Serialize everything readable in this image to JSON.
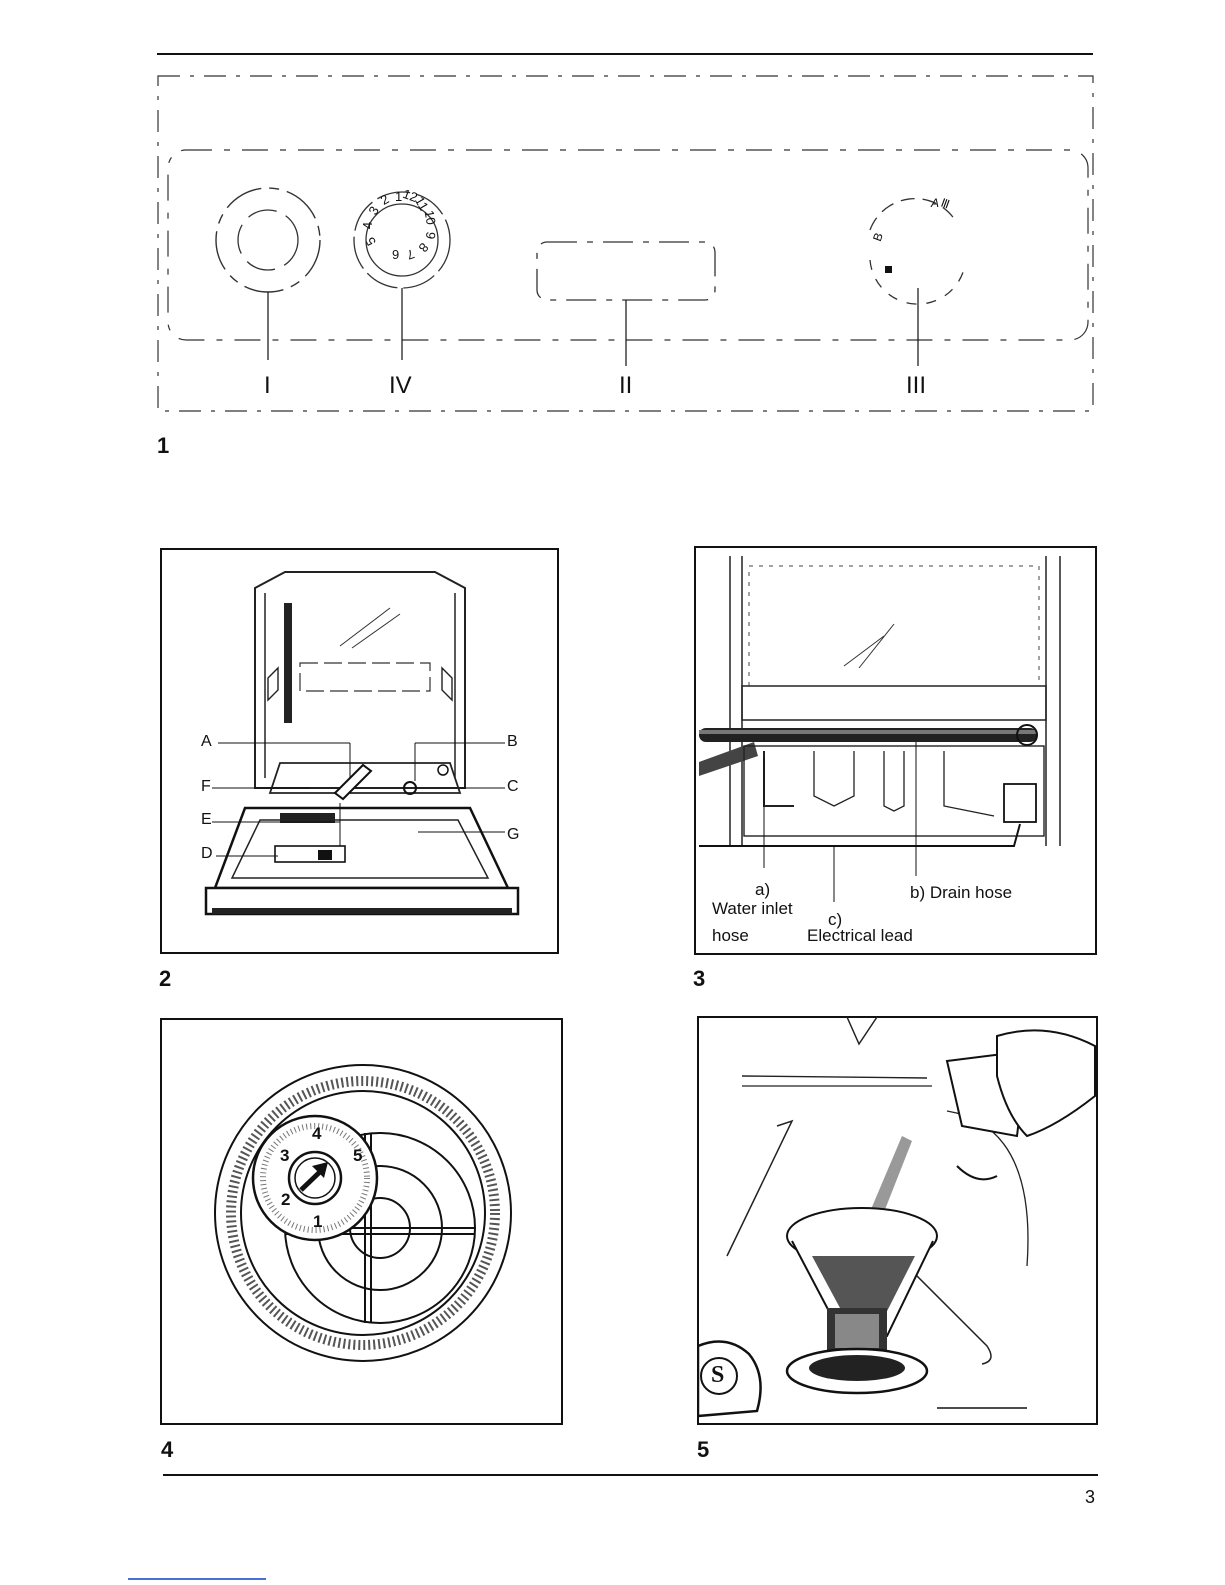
{
  "page": {
    "number": "3"
  },
  "figure1": {
    "number": "1",
    "controls": [
      "I",
      "IV",
      "II",
      "III"
    ],
    "timer_dial_numbers": [
      "1",
      "2",
      "3",
      "4",
      "5",
      "6",
      "7",
      "8",
      "9",
      "10",
      "11",
      "12"
    ],
    "selector_letters": [
      "A",
      "B"
    ]
  },
  "figure2": {
    "number": "2",
    "labels": {
      "a": "A",
      "b": "B",
      "c": "C",
      "d": "D",
      "e": "E",
      "f": "F",
      "g": "G"
    }
  },
  "figure3": {
    "number": "3",
    "label_a_letter": "a)",
    "label_a_line1": "Water inlet",
    "label_a_line2": "hose",
    "label_b": "b) Drain hose",
    "label_c_letter": "c)",
    "label_c_text": "Electrical lead"
  },
  "figure4": {
    "number": "4",
    "dial_numbers": [
      "1",
      "2",
      "3",
      "4",
      "5"
    ]
  },
  "figure5": {
    "number": "5",
    "cap_letter": "S"
  }
}
